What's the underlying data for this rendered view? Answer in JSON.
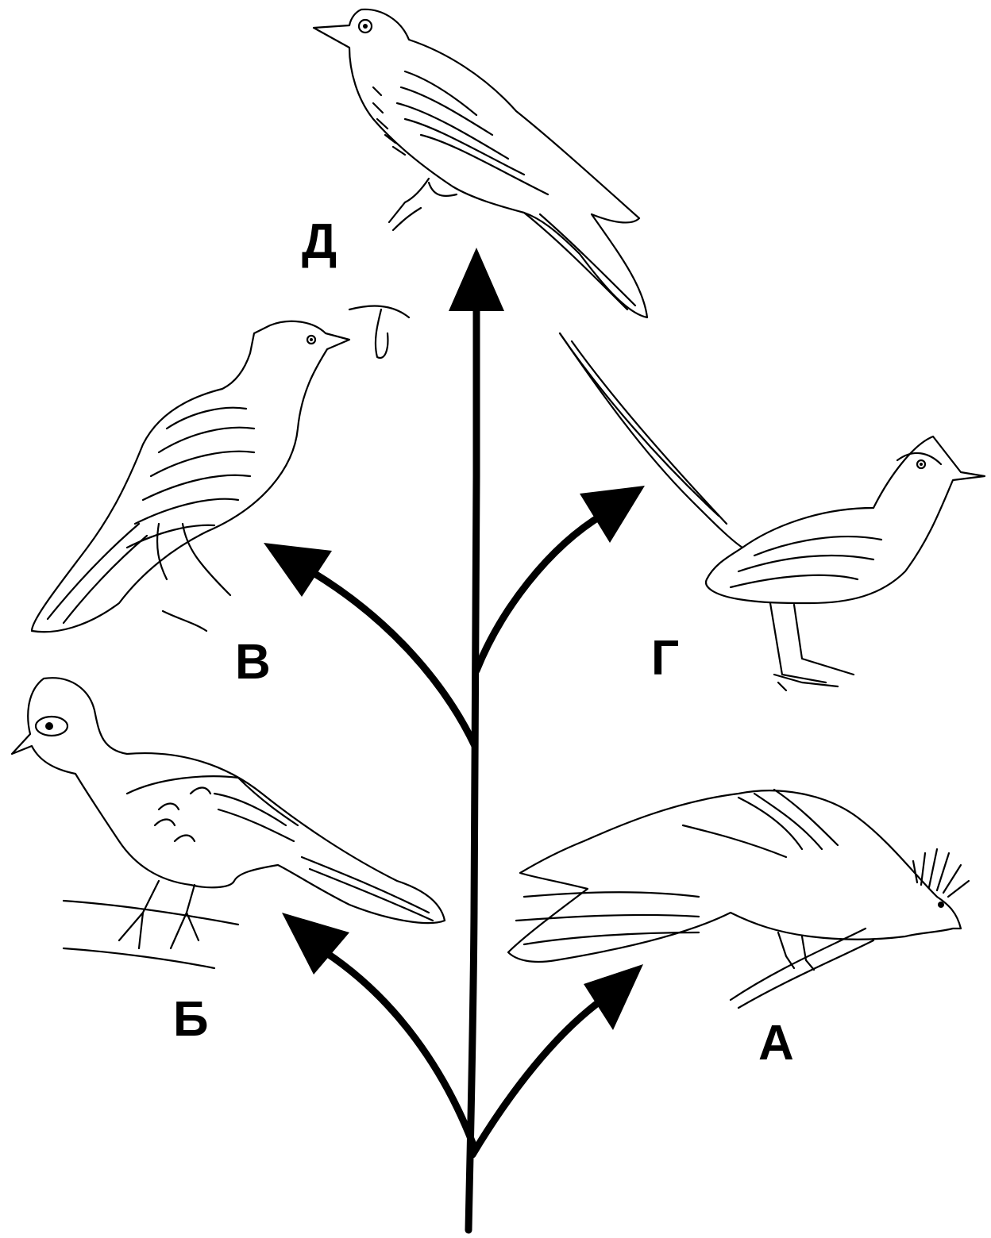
{
  "labels": {
    "a": "А",
    "b": "Б",
    "v": "В",
    "g": "Г",
    "d": "Д"
  },
  "colors": {
    "ink": "#000000",
    "background": "#ffffff"
  }
}
